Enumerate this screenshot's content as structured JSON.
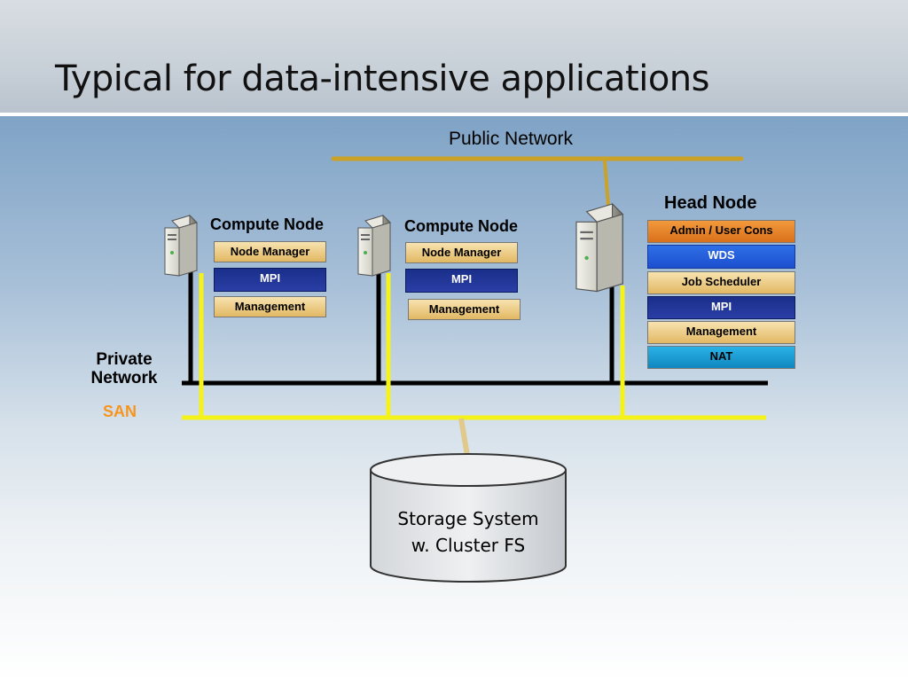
{
  "title": "Typical for data-intensive applications",
  "public_network_label": "Public Network",
  "compute_node_1": {
    "title": "Compute Node",
    "boxes": [
      "Node Manager",
      "MPI",
      "Management"
    ]
  },
  "compute_node_2": {
    "title": "Compute Node",
    "boxes": [
      "Node Manager",
      "MPI",
      "Management"
    ]
  },
  "head_node": {
    "title": "Head Node",
    "boxes": [
      "Admin / User Cons",
      "WDS",
      "Job Scheduler",
      "MPI",
      "Management",
      "NAT"
    ]
  },
  "private_network_label_line1": "Private",
  "private_network_label_line2": "Network",
  "san_label": "SAN",
  "storage": {
    "line1": "Storage System",
    "line2": "w. Cluster FS"
  },
  "colors": {
    "public_network_line": "#c9a227",
    "private_network_line": "#000000",
    "san_line": "#f5f21a",
    "san_label": "#f7941d"
  }
}
